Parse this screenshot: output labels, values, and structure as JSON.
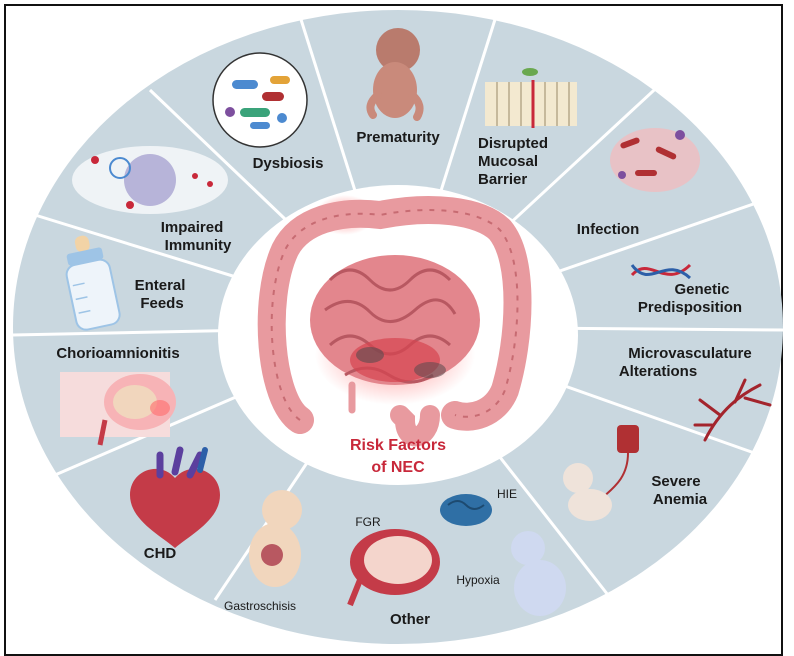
{
  "center": {
    "title_line1": "Risk Factors",
    "title_line2": "of NEC"
  },
  "segments": {
    "dysbiosis": "Dysbiosis",
    "prematurity": "Prematurity",
    "disrupted_1": "Disrupted",
    "disrupted_2": "Mucosal",
    "disrupted_3": "Barrier",
    "infection": "Infection",
    "genetic_1": "Genetic",
    "genetic_2": "Predisposition",
    "micro_1": "Microvasculature",
    "micro_2": "Alterations",
    "anemia_1": "Severe",
    "anemia_2": "Anemia",
    "other": "Other",
    "gastroschisis": "Gastroschisis",
    "fgr": "FGR",
    "hie": "HIE",
    "hypoxia": "Hypoxia",
    "chd": "CHD",
    "chorio": "Chorioamnionitis",
    "enteral_1": "Enteral",
    "enteral_2": "Feeds",
    "immunity_1": "Impaired",
    "immunity_2": "Immunity"
  },
  "colors": {
    "ring": "#c9d7df",
    "divider": "#ffffff",
    "center": "#ffffff",
    "title": "#c8283a",
    "intestine": "#e89a9f",
    "inflamed": "#d64550"
  }
}
